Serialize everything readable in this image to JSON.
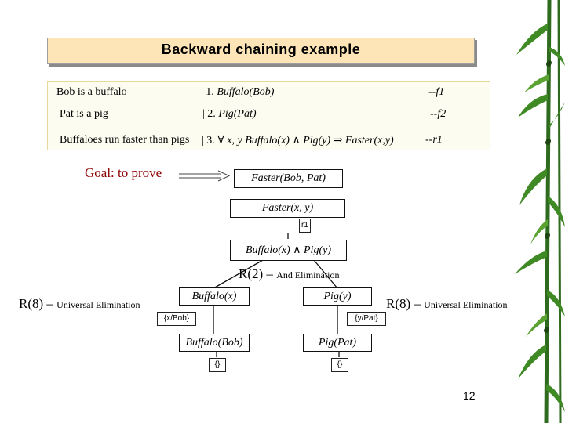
{
  "title": "Backward chaining example",
  "kb": {
    "facts": [
      {
        "english": "Bob is a buffalo",
        "num": "| 1. ",
        "formula": "Buffalo(Bob)",
        "tag": "--f1"
      },
      {
        "english": "Pat is a pig",
        "num": "| 2. ",
        "formula": "Pig(Pat)",
        "tag": "--f2"
      },
      {
        "english": "Buffaloes run faster than pigs",
        "num": "| 3. ∀ ",
        "formula": "x, y Buffalo(x) ∧ Pig(y) ⇒ Faster(x,y)",
        "tag": "--r1"
      }
    ]
  },
  "goal_label": "Goal: to prove",
  "tree": {
    "goal": "Faster(Bob, Pat)",
    "rule_head": "Faster(x, y)",
    "rule_tag": "r1",
    "conjunction": "Buffalo(x) ∧ Pig(y)",
    "and_elim": {
      "main": "R(2) – ",
      "small": "And Elimination"
    },
    "left": {
      "literal": "Buffalo(x)",
      "subst": "{x/Bob}",
      "fact": "Buffalo(Bob)",
      "result": "{}"
    },
    "right": {
      "literal": "Pig(y)",
      "subst": "{y/Pat}",
      "fact": "Pig(Pat)",
      "result": "{}"
    },
    "ue_left": {
      "main": "R(8) – ",
      "small": "Universal Elimination"
    },
    "ue_right": {
      "main": "R(8) – ",
      "small": "Universal Elimination"
    }
  },
  "page_number": "12",
  "colors": {
    "title_bg": "#fde5b8",
    "kb_bg": "#fdfcf0",
    "goal_text": "#8b0000",
    "bamboo": "#2f6b1e"
  }
}
